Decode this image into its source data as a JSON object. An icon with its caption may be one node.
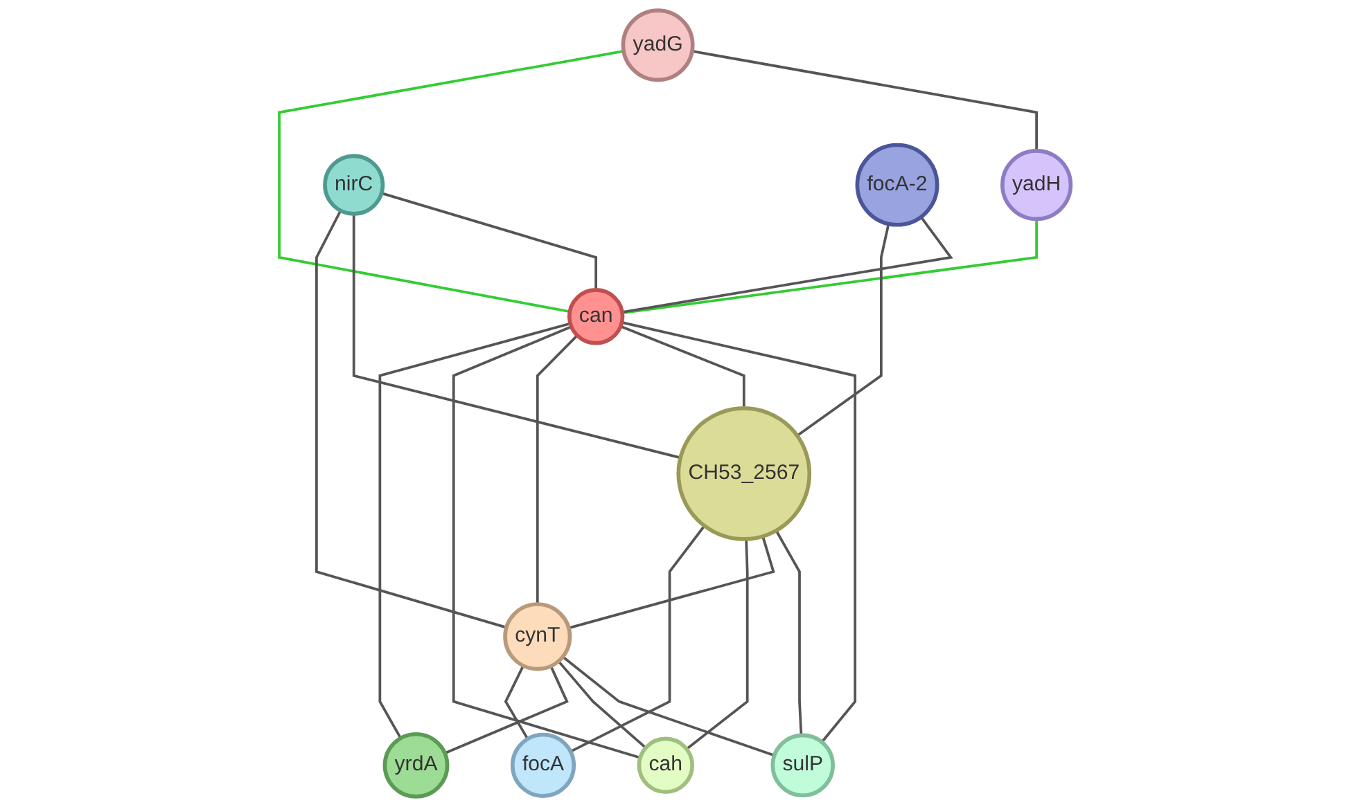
{
  "diagram": {
    "nodes": [
      {
        "text": [
          "yadG"
        ]
      },
      {
        "text": [
          "yadH"
        ]
      },
      {
        "text": [
          "nirC"
        ]
      },
      {
        "text": [
          "focA-2"
        ]
      },
      {
        "text": [
          "can"
        ]
      },
      {
        "text": [
          "sulP"
        ]
      },
      {
        "text": [
          "CH53_2567"
        ]
      },
      {
        "text": [
          "cynT"
        ]
      },
      {
        "text": [
          "cah"
        ]
      },
      {
        "text": [
          "yrdA"
        ]
      },
      {
        "text": [
          "focA"
        ]
      }
    ],
    "edges": [
      {
        "from": 0,
        "to": 1,
        "arrow": "none"
      },
      {
        "from": 0,
        "to": 4,
        "arrow": "none",
        "color": "#33cc33"
      },
      {
        "from": 1,
        "to": 4,
        "arrow": "none",
        "color": "#33cc33"
      },
      {
        "from": 2,
        "to": 4,
        "arrow": "none"
      },
      {
        "from": 2,
        "to": 6,
        "arrow": "none"
      },
      {
        "from": 2,
        "to": 7,
        "arrow": "none"
      },
      {
        "from": 3,
        "to": 4,
        "arrow": "none"
      },
      {
        "from": 3,
        "to": 6,
        "arrow": "none"
      },
      {
        "from": 4,
        "to": 5,
        "arrow": "none"
      },
      {
        "from": 4,
        "to": 6,
        "arrow": "none"
      },
      {
        "from": 4,
        "to": 7,
        "arrow": "none"
      },
      {
        "from": 4,
        "to": 8,
        "arrow": "none"
      },
      {
        "from": 4,
        "to": 9,
        "arrow": "none"
      },
      {
        "from": 6,
        "to": 5,
        "arrow": "none"
      },
      {
        "from": 7,
        "to": 5,
        "arrow": "none"
      },
      {
        "from": 6,
        "to": 7,
        "arrow": "none"
      },
      {
        "from": 6,
        "to": 8,
        "arrow": "none"
      },
      {
        "from": 7,
        "to": 8,
        "arrow": "none"
      },
      {
        "from": 7,
        "to": 9,
        "arrow": "none"
      },
      {
        "from": 6,
        "to": 10,
        "arrow": "none"
      },
      {
        "from": 7,
        "to": 10,
        "arrow": "none"
      }
    ]
  }
}
